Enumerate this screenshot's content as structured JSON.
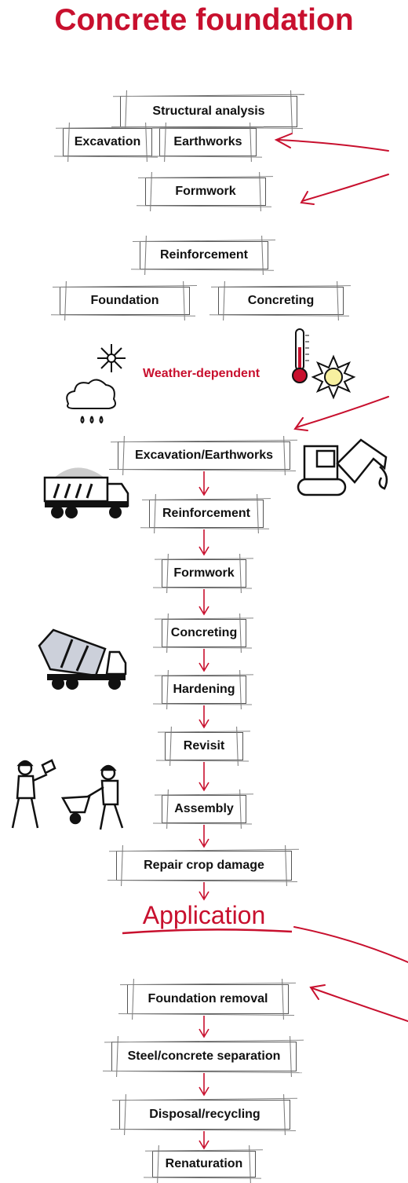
{
  "title": "Concrete foundation",
  "planning": {
    "structural_analysis": "Structural analysis",
    "excavation": "Excavation",
    "earthworks": "Earthworks",
    "formwork": "Formwork",
    "reinforcement": "Reinforcement",
    "foundation": "Foundation",
    "concreting": "Concreting"
  },
  "weather_label": "Weather-dependent",
  "steps": [
    "Excavation/Earthworks",
    "Reinforcement",
    "Formwork",
    "Concreting",
    "Hardening",
    "Revisit",
    "Assembly",
    "Repair crop damage"
  ],
  "application_label": "Application",
  "removal_steps": [
    "Foundation removal",
    "Steel/concrete separation",
    "Disposal/recycling",
    "Renaturation"
  ],
  "colors": {
    "accent": "#c8102e",
    "box_border": "#555555",
    "text": "#111111"
  }
}
